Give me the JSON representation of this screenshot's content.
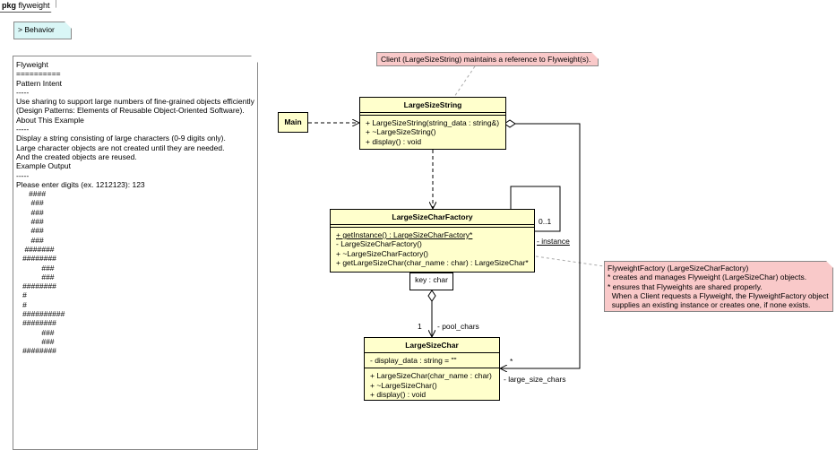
{
  "package": {
    "keyword": "pkg",
    "name": "flyweight"
  },
  "behavior_note": {
    "text": "> Behavior"
  },
  "description_note": {
    "lines": [
      "Flyweight",
      "==========",
      "",
      "Pattern Intent",
      "-----",
      "Use sharing to support large numbers of fine-grained objects efficiently",
      "(Design Patterns: Elements of Reusable Object-Oriented Software).",
      "",
      "About This Example",
      "-----",
      "Display a string consisting of large characters (0-9 digits only).",
      "Large character objects are not created until they are needed.",
      "And the created objects are reused.",
      "",
      "Example Output",
      "-----",
      "Please enter digits (ex. 1212123): 123",
      "",
      "      ####",
      "       ###",
      "       ###",
      "       ###",
      "       ###",
      "       ###",
      "    #######",
      "",
      "",
      "",
      "   ########",
      "            ###",
      "            ###",
      "   ########",
      "   #",
      "   #",
      "   ##########",
      "",
      "",
      "",
      "   ########",
      "            ###",
      "            ###",
      "   ########"
    ]
  },
  "client_note": {
    "text": "Client (LargeSizeString) maintains a reference to Flyweight(s)."
  },
  "factory_note": {
    "lines": [
      "FlyweightFactory (LargeSizeCharFactory)",
      "* creates and manages Flyweight (LargeSizeChar) objects.",
      "* ensures that Flyweights are shared properly.",
      "  When a Client requests a Flyweight, the FlyweightFactory object",
      "  supplies an existing instance or creates one, if none exists."
    ]
  },
  "main_class": {
    "name": "Main"
  },
  "large_size_string": {
    "name": "LargeSizeString",
    "operations": [
      "+ LargeSizeString(string_data : string&)",
      "+ ~LargeSizeString()",
      "+ display() : void"
    ]
  },
  "large_size_char_factory": {
    "name": "LargeSizeCharFactory",
    "operations": [
      "+ getInstance() : LargeSizeCharFactory*",
      "- LargeSizeCharFactory()",
      "+ ~LargeSizeCharFactory()",
      "+ getLargeSizeChar(char_name : char) : LargeSizeChar*"
    ]
  },
  "large_size_char": {
    "name": "LargeSizeChar",
    "attributes": [
      "- display_data : string = \"\""
    ],
    "operations": [
      "+ LargeSizeChar(char_name : char)",
      "+ ~LargeSizeChar()",
      "+ display() : void"
    ]
  },
  "labels": {
    "self_multiplicity": "0..1",
    "self_role": "- instance",
    "qualifier": "key : char",
    "pool_multiplicity": "1",
    "pool_role": "- pool_chars",
    "chars_multiplicity": "*",
    "chars_role": "- large_size_chars"
  },
  "colors": {
    "class_fill": "#ffffcc",
    "note_pink": "#f9c9c9",
    "note_cyan": "#d9f6f6"
  }
}
